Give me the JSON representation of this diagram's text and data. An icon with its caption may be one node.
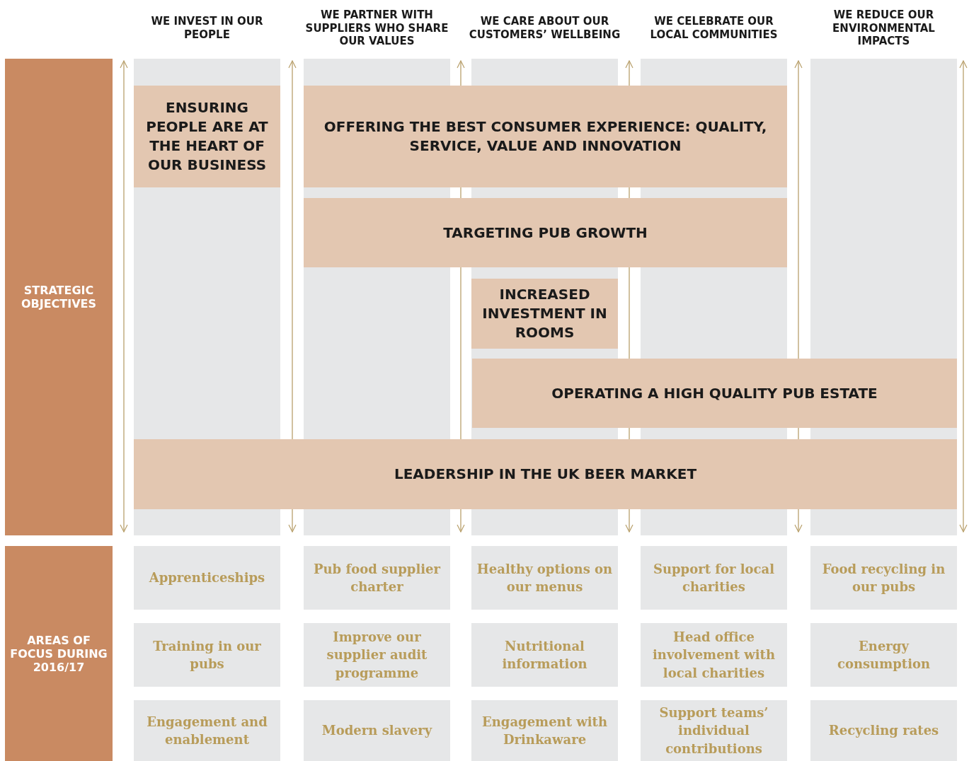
{
  "diagram": {
    "nodes": [
      {
        "text": [
          "STRATEGIC OBJECTIVES"
        ]
      },
      {
        "text": [
          "WE INVEST IN OUR PEOPLE"
        ]
      },
      {
        "text": [
          "WE PARTNER WITH SUPPLIERS WHO SHARE OUR VALUES"
        ]
      },
      {
        "text": [
          "WE CARE ABOUT OUR CUSTOMERS’ WELLBEING"
        ]
      },
      {
        "text": [
          "WE CELEBRATE OUR LOCAL COMMUNITIES"
        ]
      },
      {
        "text": [
          "WE REDUCE OUR ENVIRONMENTAL IMPACTS"
        ]
      },
      {
        "text": [
          "ENSURING PEOPLE ARE AT THE HEART OF OUR BUSINESS"
        ],
        "in": 1
      },
      {
        "text": [
          "OFFERING THE BEST CONSUMER EXPERIENCE: QUALITY, SERVICE, VALUE AND INNOVATION"
        ]
      },
      {
        "text": [
          "TARGETING PUB GROWTH"
        ]
      },
      {
        "text": [
          "INCREASED INVESTMENT IN ROOMS"
        ],
        "in": 3
      },
      {
        "text": [
          "OPERATING A HIGH QUALITY PUB ESTATE"
        ]
      },
      {
        "text": [
          "LEADERSHIP IN THE UK BEER MARKET"
        ]
      },
      {
        "text": [
          "AREAS OF FOCUS DURING 2016/17"
        ]
      },
      {
        "text": [
          "Apprenticeships"
        ]
      },
      {
        "text": [
          "Pub food supplier charter"
        ]
      },
      {
        "text": [
          "Healthy options on our menus"
        ]
      },
      {
        "text": [
          "Support for local charities"
        ]
      },
      {
        "text": [
          "Food recycling in our pubs"
        ]
      },
      {
        "text": [
          "Training in our pubs"
        ]
      },
      {
        "text": [
          "Improve our supplier audit programme"
        ]
      },
      {
        "text": [
          "Nutritional information"
        ]
      },
      {
        "text": [
          "Head office involvement with local charities"
        ]
      },
      {
        "text": [
          "Energy consumption"
        ]
      },
      {
        "text": [
          "Engagement and enablement"
        ]
      },
      {
        "text": [
          "Modern slavery"
        ]
      },
      {
        "text": [
          "Engagement with Drinkaware"
        ]
      },
      {
        "text": [
          "Support teams’ individual contributions"
        ]
      },
      {
        "text": [
          "Recycling rates"
        ]
      }
    ]
  }
}
